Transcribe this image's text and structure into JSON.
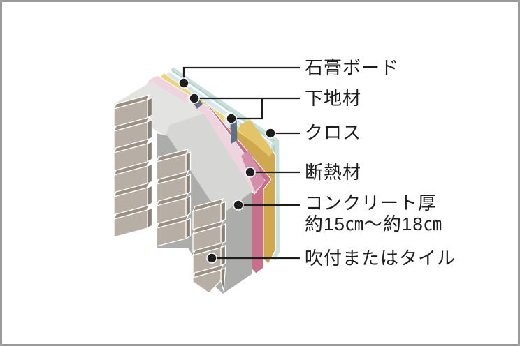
{
  "diagram": {
    "type": "isometric wall cross-section",
    "labels": {
      "gypsum_board": "石膏ボード",
      "base_material": "下地材",
      "cloth": "クロス",
      "insulation": "断熱材",
      "concrete_line1": "コンクリート厚",
      "concrete_line2": "約15㎝〜約18㎝",
      "spray_or_tile": "吹付またはタイル"
    },
    "layers_outside_to_inside": [
      {
        "name": "吹付またはタイル",
        "color": "#b7afa6"
      },
      {
        "name": "コンクリート 約15㎝〜約18㎝",
        "color": "#acacab"
      },
      {
        "name": "断熱材",
        "color": "#eed4de"
      },
      {
        "name": "下地材",
        "color": "#fbfbf9"
      },
      {
        "name": "石膏ボード",
        "color": "#d0a850"
      },
      {
        "name": "クロス",
        "color": "#c9e0da"
      }
    ],
    "palette": {
      "tile_front": "#b7afa6",
      "tile_top": "#9c9083",
      "tile_side": "#8b8073",
      "concrete_top": "#e3e3e1",
      "concrete_cut": "#d6d6d4",
      "concrete_front": "#acacab",
      "insulation_light": "#eed4de",
      "insulation_mid": "#d38fa9",
      "insulation_dark": "#c7708e",
      "gypsum_gold": "#d0a850",
      "gypsum_gold_light": "#ead77b",
      "cloth_teal": "#c9e0da",
      "underlayment_blue": "#d7e7f0",
      "furring_white": "#fbfbf9",
      "shadow_blue_gray": "#5d7186",
      "callout_black": "#1d1d1d",
      "frame_border": "#9a9a9a"
    }
  }
}
